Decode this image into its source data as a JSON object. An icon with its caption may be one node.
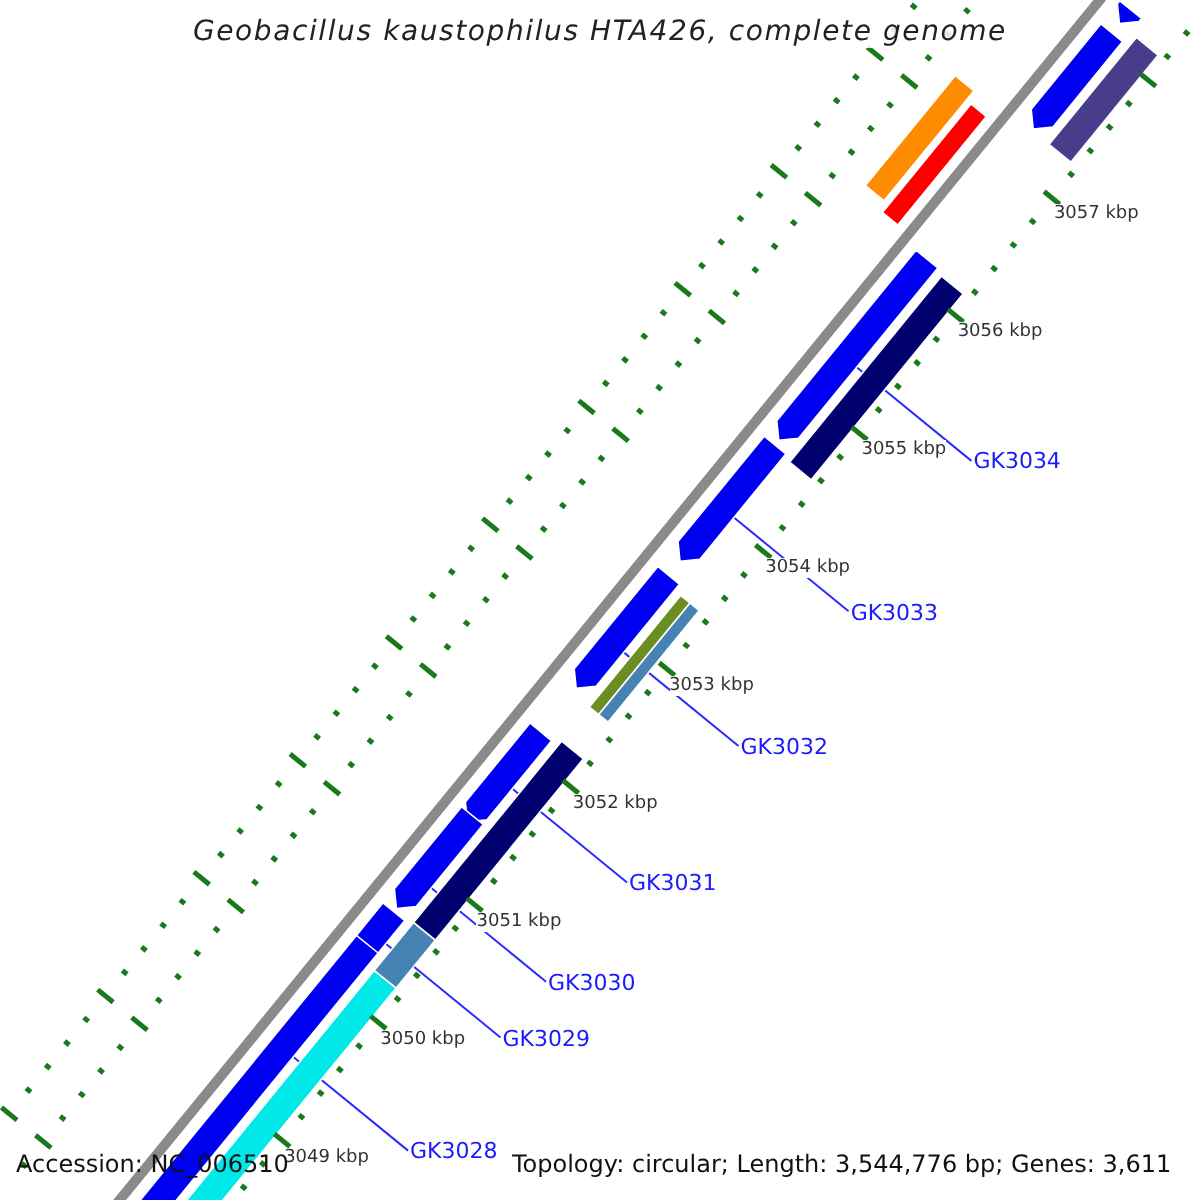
{
  "diagram": {
    "title": "Geobacillus kaustophilus HTA426, complete genome",
    "nodes": [
      {
        "text": [
          "GK3034"
        ]
      },
      {
        "text": [
          "GK3033"
        ]
      },
      {
        "text": [
          "GK3032"
        ]
      },
      {
        "text": [
          "GK3031"
        ]
      },
      {
        "text": [
          "GK3030"
        ]
      },
      {
        "text": [
          "GK3029"
        ]
      },
      {
        "text": [
          "GK3028"
        ]
      },
      {
        "text": [],
        "shape": "arrow"
      },
      {
        "text": [],
        "shape": "arrow"
      },
      {
        "text": [],
        "shape": "bar"
      },
      {
        "text": [],
        "shape": "bar"
      },
      {
        "text": [],
        "shape": "bar"
      },
      {
        "text": [],
        "shape": "arrow"
      },
      {
        "text": [],
        "shape": "bar"
      },
      {
        "text": [],
        "shape": "arrow"
      },
      {
        "text": [],
        "shape": "arrow"
      },
      {
        "text": [],
        "shape": "bar"
      },
      {
        "text": [],
        "shape": "bar"
      },
      {
        "text": [],
        "shape": "arrow"
      },
      {
        "text": [],
        "shape": "bar"
      },
      {
        "text": [],
        "shape": "arrow"
      },
      {
        "text": [],
        "shape": "arrow"
      },
      {
        "text": [],
        "shape": "bar"
      },
      {
        "text": [],
        "shape": "arrow"
      },
      {
        "text": [],
        "shape": "bar"
      }
    ],
    "edges": [
      {
        "from": 0,
        "to": 12,
        "arrow": "none"
      },
      {
        "from": 1,
        "to": 14,
        "arrow": "none"
      },
      {
        "from": 2,
        "to": 15,
        "arrow": "none"
      },
      {
        "from": 3,
        "to": 18,
        "arrow": "none"
      },
      {
        "from": 4,
        "to": 20,
        "arrow": "none"
      },
      {
        "from": 5,
        "to": 21,
        "arrow": "none"
      },
      {
        "from": 6,
        "to": 23,
        "arrow": "none"
      }
    ],
    "labels": [
      "3057 kbp",
      "3056 kbp",
      "3055 kbp",
      "3054 kbp",
      "3053 kbp",
      "3052 kbp",
      "3051 kbp",
      "3050 kbp",
      "3049 kbp",
      "Accession: NC_006510",
      "Topology: circular; Length: 3,544,776 bp; Genes: 3,611"
    ]
  }
}
